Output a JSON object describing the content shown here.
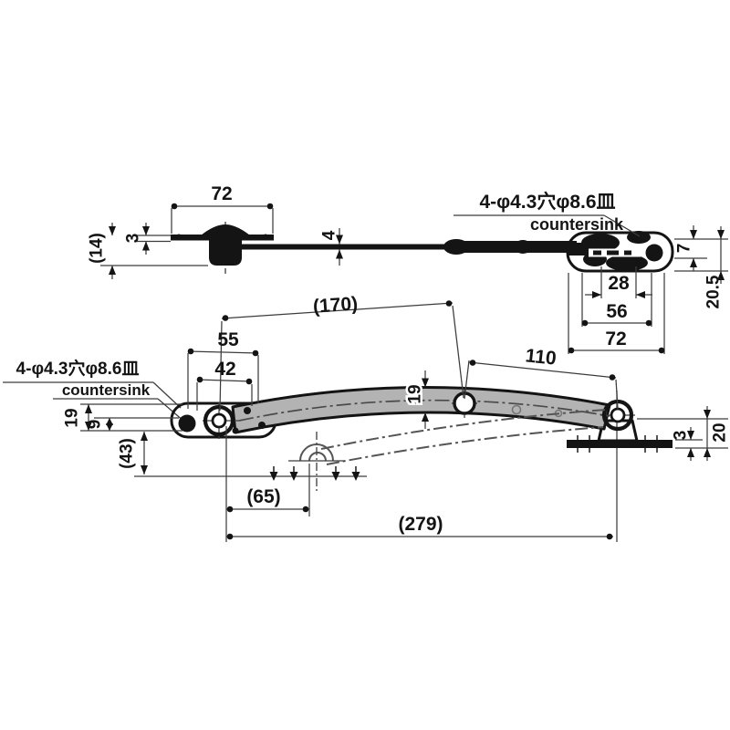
{
  "drawing_type": "technical-dimension-drawing",
  "part": "lid-stay-two-view-drawing",
  "colors": {
    "background": "#ffffff",
    "line": "#141414",
    "arm_fill": "#b3b3b3",
    "upright_fill": "#c4c4c4"
  },
  "top_view": {
    "dim_plate_width": "72",
    "dim_height_ref": "(14)",
    "dim_plate_thickness": "3",
    "dim_arm_thickness": "4",
    "hole_note_jp": "4-φ4.3穴φ8.6皿",
    "hole_note_en": "countersink",
    "dim_end_offset": "7",
    "dim_end_height": "20.5",
    "dim_pitch_28": "28",
    "dim_pitch_56": "56",
    "dim_end_width": "72"
  },
  "front_view": {
    "hole_note_jp": "4-φ4.3穴φ8.6皿",
    "hole_note_en": "countersink",
    "dim_span_170": "(170)",
    "dim_bracket_55": "55",
    "dim_bracket_42": "42",
    "dim_arm_110": "110",
    "dim_arm_width": "19",
    "dim_left_19": "19",
    "dim_left_9": "9",
    "dim_left_43": "(43)",
    "dim_base_3": "3",
    "dim_base_20": "20",
    "dim_fold_65": "(65)",
    "dim_overall_279": "(279)"
  }
}
